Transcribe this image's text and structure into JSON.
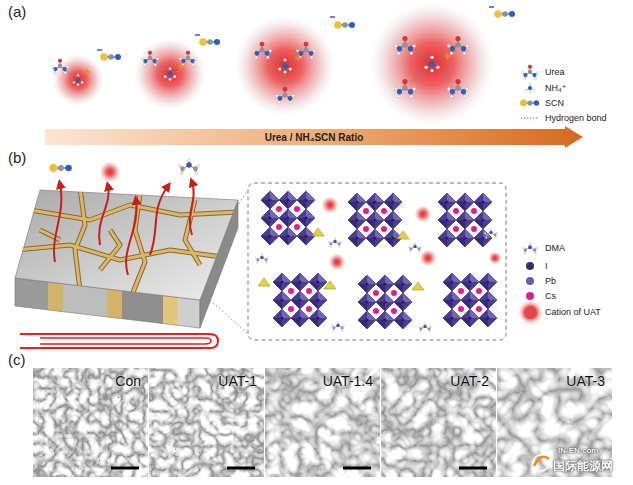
{
  "diagram": {
    "nodes": [
      {
        "text": [
          "Urea / NH₄SCN Ratio"
        ]
      },
      {
        "text": [
          "Con"
        ]
      },
      {
        "text": [
          "UAT-1"
        ]
      },
      {
        "text": [
          "UAT-1.4"
        ]
      },
      {
        "text": [
          "UAT-2"
        ]
      },
      {
        "text": [
          "UAT-3"
        ]
      }
    ],
    "labels": [
      "(a)",
      "(b)",
      "(c)",
      "IN-EN.com",
      "国际能源网"
    ],
    "legend": [
      {
        "text": "Urea"
      },
      {
        "text": "NH₄⁺"
      },
      {
        "text": "SCN"
      },
      {
        "text": "Hydrogen bond"
      },
      {
        "text": "DMA"
      },
      {
        "text": "I",
        "color": "#3b2a6e"
      },
      {
        "text": "Pb",
        "color": "#6a5bb0"
      },
      {
        "text": "Cs",
        "color": "#e0208a"
      },
      {
        "text": "Cation of UAT",
        "color": "#e24848"
      }
    ]
  }
}
